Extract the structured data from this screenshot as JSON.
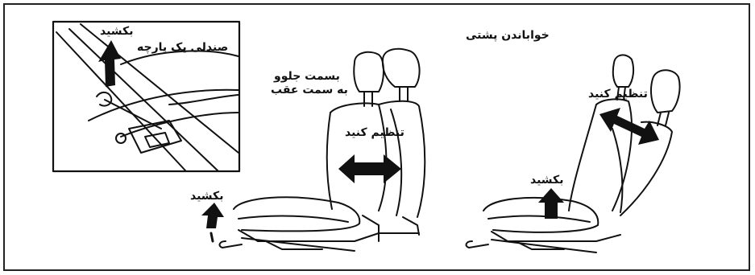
{
  "inset": {
    "pull_label": "بکشید",
    "bench_seat_label": "صندلی یک پارچه"
  },
  "middle_seat": {
    "direction_line1": "بسمت جلوو",
    "direction_line2": "به سمت عقب",
    "adjust_label": "تنظیم کنید",
    "pull_label": "بکشید"
  },
  "right_seat": {
    "title": "خواباندن پشتی",
    "adjust_label": "تنظیم کنید",
    "pull_label": "بکشید"
  },
  "colors": {
    "ink": "#111111",
    "frame": "#222222",
    "background": "#ffffff"
  },
  "icons": [
    "up-arrow-icon",
    "double-headed-arrow-icon"
  ]
}
